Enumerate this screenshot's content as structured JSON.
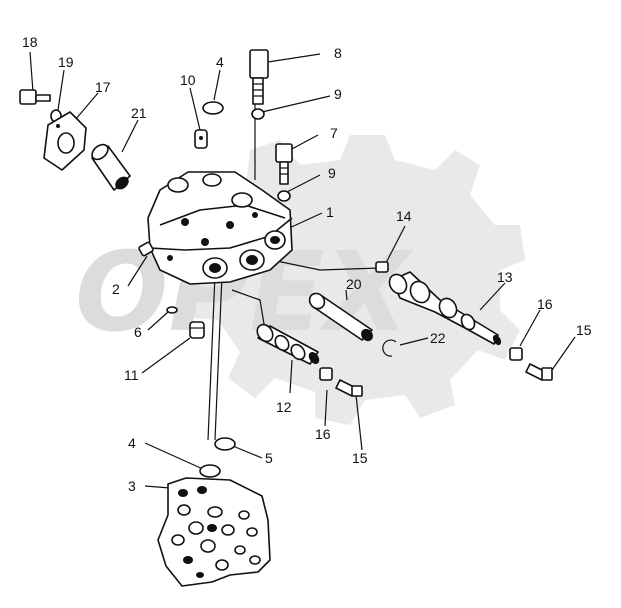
{
  "watermark": {
    "text": "OPEX"
  },
  "callouts": {
    "c1": "1",
    "c2": "2",
    "c3": "3",
    "c4a": "4",
    "c4b": "4",
    "c5": "5",
    "c6": "6",
    "c7": "7",
    "c8": "8",
    "c9a": "9",
    "c9b": "9",
    "c10": "10",
    "c11": "11",
    "c12": "12",
    "c13": "13",
    "c14": "14",
    "c15a": "15",
    "c15b": "15",
    "c16a": "16",
    "c16b": "16",
    "c17": "17",
    "c18": "18",
    "c19": "19",
    "c20": "20",
    "c21": "21",
    "c22": "22"
  }
}
